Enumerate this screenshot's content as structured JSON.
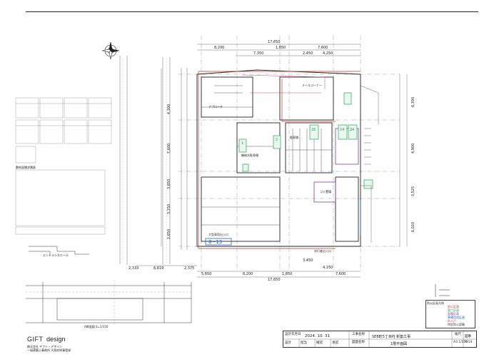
{
  "sheet": {
    "company_line1": "株式会社 ギフト・デザイン",
    "company_line2": "一級建築士事務所 大阪府知事登録",
    "brand": "GIFT",
    "brand_sub": "design"
  },
  "dimensions_top": {
    "overall": "17,650",
    "segments": [
      "8,200",
      "1,850",
      "7,600"
    ],
    "segments_row2": [
      "7,350",
      "2,450",
      "4,250"
    ]
  },
  "dimensions_bottom": {
    "overall": "17,650",
    "segments": [
      "5,650",
      "8,200",
      "1,850",
      "7,600"
    ],
    "left": [
      "2,333",
      "8,819",
      "2,375"
    ],
    "right_small": [
      "3,450",
      "4,150"
    ]
  },
  "dimensions_left": [
    "4,300",
    "7,600",
    "3,650",
    "3,150",
    "2,650"
  ],
  "dimensions_right": [
    "6,300",
    "4,900",
    "3,525",
    "6,020"
  ],
  "room_labels": {
    "entrance": "エントランスホール",
    "machine_room": "機械式駐車場",
    "parking": "駐車場",
    "garbage": "ゴミ置場",
    "mail": "メールコーナー",
    "approach": "アプローチ",
    "section_label": "A断面図 S=1/150",
    "plan_scale": "1階平面図",
    "car_entrance": "大型車両出入口",
    "pedestrian": "歩行者出入口"
  },
  "markers": {
    "m1": "8~13",
    "m2": "1",
    "m3": "2",
    "m4": "26",
    "m5": "14",
    "m6": "24"
  },
  "title_block": {
    "date_label": "設計年月日",
    "date": "2024. 10. 31",
    "project_label": "工事名称",
    "project": "SEB町5丁目PJ 新築工事",
    "drawing_label": "図面名称",
    "drawing": "1階平面図",
    "scale_label": "縮尺",
    "scale": "A3 1/150",
    "number_label": "図番",
    "number": "A-14",
    "row2": [
      "設計",
      "担当",
      "確認",
      "承認"
    ]
  },
  "legend_title": "防火区画凡例",
  "legend_items": [
    "耐火区画",
    "竪穴区画",
    "面積区画",
    "異種用途区画",
    "防火戸",
    "特定防火設備"
  ],
  "area_table_title": "敷地面積求積表",
  "colors": {
    "line": "#222222",
    "red": "#c0392b",
    "green": "#2e9e5b",
    "purple": "#7b3fa0",
    "blue": "#2b63c9",
    "pink": "#d6417a"
  }
}
